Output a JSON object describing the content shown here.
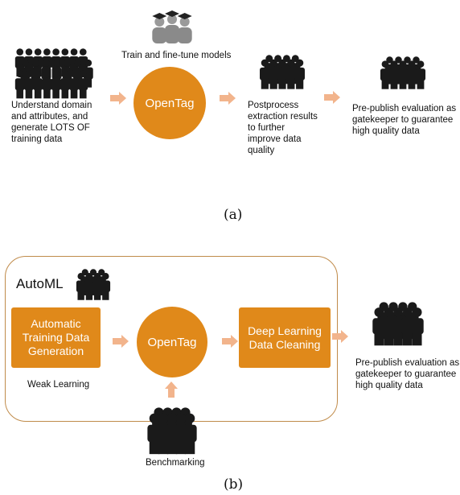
{
  "colors": {
    "accent": "#e0891a",
    "arrow": "#f2b48c",
    "frame": "#c08b4a",
    "people": "#1a1a1a"
  },
  "icons": {
    "crowd": "crowd-icon",
    "graduates": "graduates-icon",
    "team": "team-icon",
    "arrow": "right-arrow-icon",
    "up_arrow": "up-arrow-icon"
  },
  "diagram_a": {
    "label_understand": "Understand domain\nand attributes, and\ngenerate LOTS OF\ntraining data",
    "label_train": "Train and fine-tune models",
    "center": "OpenTag",
    "label_postprocess": "Postprocess\nextraction results\nto further\nimprove data\nquality",
    "label_prepublish": "Pre-publish evaluation as\ngatekeeper to guarantee\nhigh quality data",
    "caption": "(a)"
  },
  "diagram_b": {
    "title": "AutoML",
    "box_generation": "Automatic\nTraining Data\nGeneration",
    "label_weak": "Weak Learning",
    "center": "OpenTag",
    "box_cleaning": "Deep Learning\nData Cleaning",
    "label_benchmark": "Benchmarking",
    "label_prepublish": "Pre-publish evaluation as\ngatekeeper to guarantee\nhigh quality data",
    "caption": "(b)"
  }
}
